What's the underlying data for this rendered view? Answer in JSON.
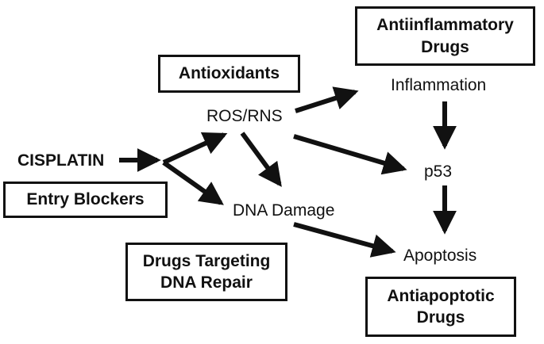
{
  "nodes": {
    "cisplatin": "CISPLATIN",
    "ros_rns": "ROS/RNS",
    "dna_damage": "DNA Damage",
    "inflammation": "Inflammation",
    "p53": "p53",
    "apoptosis": "Apoptosis"
  },
  "boxes": {
    "antioxidants": [
      "Antioxidants"
    ],
    "entry_blockers": [
      "Entry Blockers"
    ],
    "antiinflammatory": [
      "Antiinflammatory",
      "Drugs"
    ],
    "dna_repair": [
      "Drugs Targeting",
      "DNA Repair"
    ],
    "antiapoptotic": [
      "Antiapoptotic",
      "Drugs"
    ]
  },
  "colors": {
    "ink": "#111111",
    "background": "#ffffff"
  }
}
